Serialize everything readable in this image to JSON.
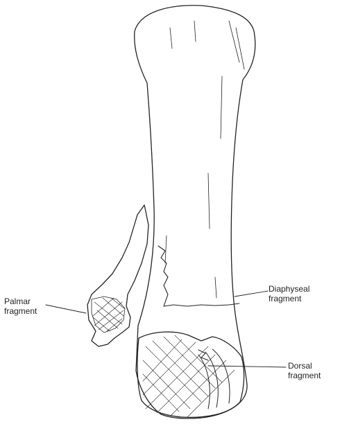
{
  "labels": {
    "palmar": "Palmar\nfragment",
    "diaphyseal": "Diaphyseal\nfragment",
    "dorsal": "Dorsal\nfragment"
  },
  "colors": {
    "ink": "#222222",
    "paper": "#ffffff"
  }
}
